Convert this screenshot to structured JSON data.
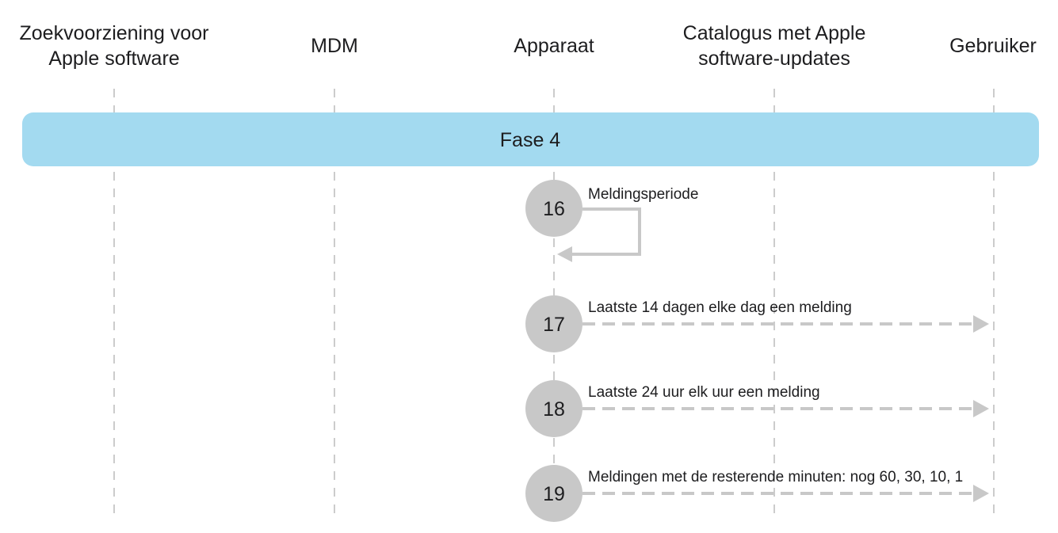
{
  "lanes": [
    {
      "name": "Zoekvoorziening voor\nApple software"
    },
    {
      "name": "MDM"
    },
    {
      "name": "Apparaat"
    },
    {
      "name": "Catalogus met Apple\nsoftware-updates"
    },
    {
      "name": "Gebruiker"
    }
  ],
  "phase": {
    "label": "Fase 4",
    "color": "#a3daf0"
  },
  "steps": [
    {
      "number": "16",
      "text": "Meldingsperiode",
      "from": "Apparaat",
      "to": "Apparaat",
      "style": "solid-self-loop"
    },
    {
      "number": "17",
      "text": "Laatste 14 dagen elke dag een melding",
      "from": "Apparaat",
      "to": "Gebruiker",
      "style": "dashed"
    },
    {
      "number": "18",
      "text": "Laatste 24 uur elk uur een melding",
      "from": "Apparaat",
      "to": "Gebruiker",
      "style": "dashed"
    },
    {
      "number": "19",
      "text": "Meldingen met de resterende minuten: nog 60, 30, 10, 1",
      "from": "Apparaat",
      "to": "Gebruiker",
      "style": "dashed"
    }
  ],
  "colors": {
    "circle": "#c8c8c8",
    "arrow": "#c8c8c8",
    "lifeline": "#b0b0b0",
    "text": "#1d1d1f"
  }
}
